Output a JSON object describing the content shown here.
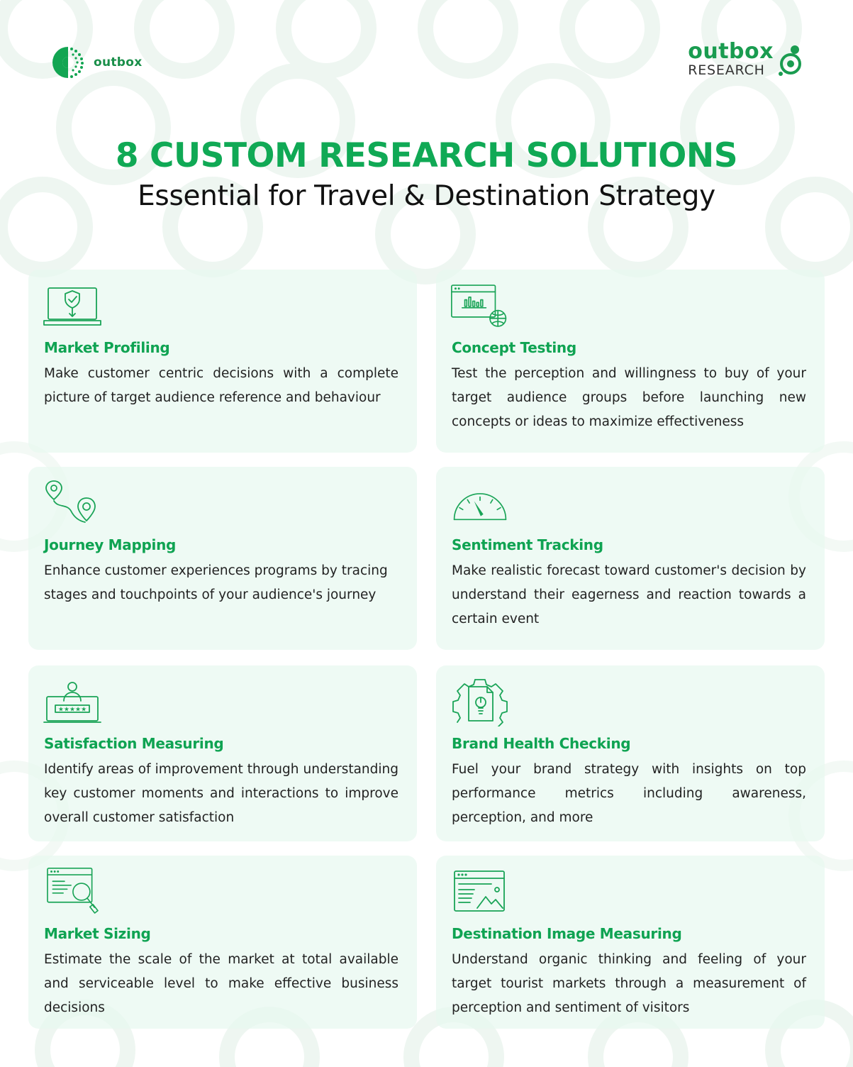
{
  "brand": {
    "left_logo_text": "outbox",
    "right_logo_word1": "outbox",
    "right_logo_word2": "RESEARCH",
    "accent_color": "#10a955"
  },
  "header": {
    "title": "8 CUSTOM RESEARCH SOLUTIONS",
    "subtitle": "Essential for Travel & Destination Strategy"
  },
  "cards": [
    {
      "icon": "laptop-shield-icon",
      "title": "Market Profiling",
      "description": "Make customer centric decisions with a complete picture of target audience reference and behaviour"
    },
    {
      "icon": "browser-chart-globe-icon",
      "title": "Concept Testing",
      "description": "Test the perception and willingness to buy of your target audience groups before launching new concepts or ideas to maximize effectiveness"
    },
    {
      "icon": "map-route-pins-icon",
      "title": "Journey Mapping",
      "description": "Enhance customer experiences programs by tracing stages and touchpoints of your audience's journey"
    },
    {
      "icon": "speedometer-gauge-icon",
      "title": "Sentiment Tracking",
      "description": "Make realistic forecast toward customer's decision by understand their eagerness and reaction towards a certain event"
    },
    {
      "icon": "laptop-user-rating-icon",
      "title": "Satisfaction Measuring",
      "description": "Identify areas of improvement through understanding key customer moments and interactions to improve overall customer satisfaction"
    },
    {
      "icon": "gear-document-bulb-icon",
      "title": "Brand Health Checking",
      "description": "Fuel your brand strategy with insights on top performance metrics including awareness, perception, and more"
    },
    {
      "icon": "browser-magnifier-icon",
      "title": "Market Sizing",
      "description": "Estimate the scale of the market at total available and serviceable level to make effective business decisions"
    },
    {
      "icon": "browser-image-icon",
      "title": "Destination Image Measuring",
      "description": "Understand organic thinking and feeling of your target tourist markets through a measurement of perception and sentiment of visitors"
    }
  ]
}
